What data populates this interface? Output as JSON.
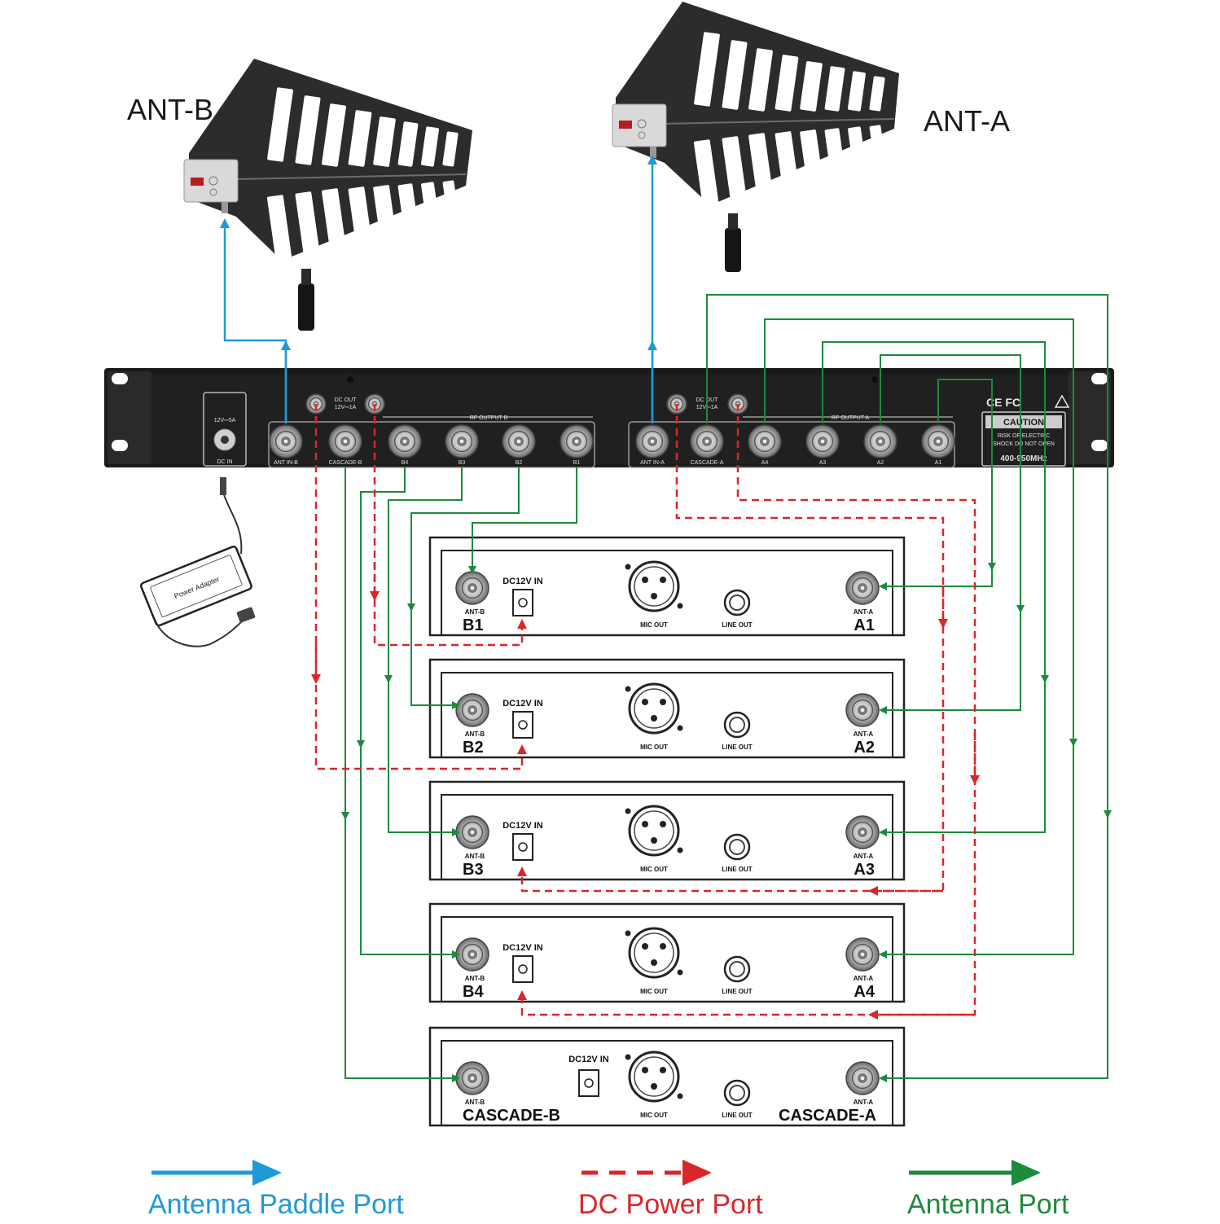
{
  "antennas": {
    "b_label": "ANT-B",
    "a_label": "ANT-A"
  },
  "distributor": {
    "dc_in_top": "12V⎓5A",
    "dc_in_label": "DC IN",
    "dc_out_b": "DC OUT",
    "dc_out_b_rating": "12V⎓1A",
    "dc_out_a": "DC OUT",
    "dc_out_a_rating": "12V⎓1A",
    "rf_output_b": "RF OUTPUT B",
    "rf_output_a": "RF OUTPUT A",
    "port_labels_b": [
      "ANT IN-B",
      "CASCADE-B",
      "B4",
      "B3",
      "B2",
      "B1"
    ],
    "port_labels_a": [
      "ANT IN-A",
      "CASCADE-A",
      "A4",
      "A3",
      "A2",
      "A1"
    ],
    "certs": "CE FC",
    "caution_title": "CAUTION",
    "caution_line1": "RISK OF ELECTRIC",
    "caution_line2": "SHOCK DO NOT OPEN",
    "frequency": "400-950MHz"
  },
  "adapter_label": "Power Adapter",
  "receivers": [
    {
      "left": "B1",
      "right": "A1",
      "dc": "DC12V IN",
      "ant_b": "ANT-B",
      "ant_a": "ANT-A",
      "mic": "MIC OUT",
      "line": "LINE OUT"
    },
    {
      "left": "B2",
      "right": "A2",
      "dc": "DC12V IN",
      "ant_b": "ANT-B",
      "ant_a": "ANT-A",
      "mic": "MIC OUT",
      "line": "LINE OUT"
    },
    {
      "left": "B3",
      "right": "A3",
      "dc": "DC12V IN",
      "ant_b": "ANT-B",
      "ant_a": "ANT-A",
      "mic": "MIC OUT",
      "line": "LINE OUT"
    },
    {
      "left": "B4",
      "right": "A4",
      "dc": "DC12V IN",
      "ant_b": "ANT-B",
      "ant_a": "ANT-A",
      "mic": "MIC OUT",
      "line": "LINE OUT"
    },
    {
      "left": "CASCADE-B",
      "right": "CASCADE-A",
      "dc": "DC12V IN",
      "ant_b": "ANT-B",
      "ant_a": "ANT-A",
      "mic": "MIC OUT",
      "line": "LINE OUT"
    }
  ],
  "legend": {
    "paddle": "Antenna Paddle Port",
    "dc": "DC Power Port",
    "antenna": "Antenna Port"
  },
  "colors": {
    "paddle": "#1e9ad6",
    "dc": "#d9262b",
    "antenna": "#1d8a3c"
  }
}
